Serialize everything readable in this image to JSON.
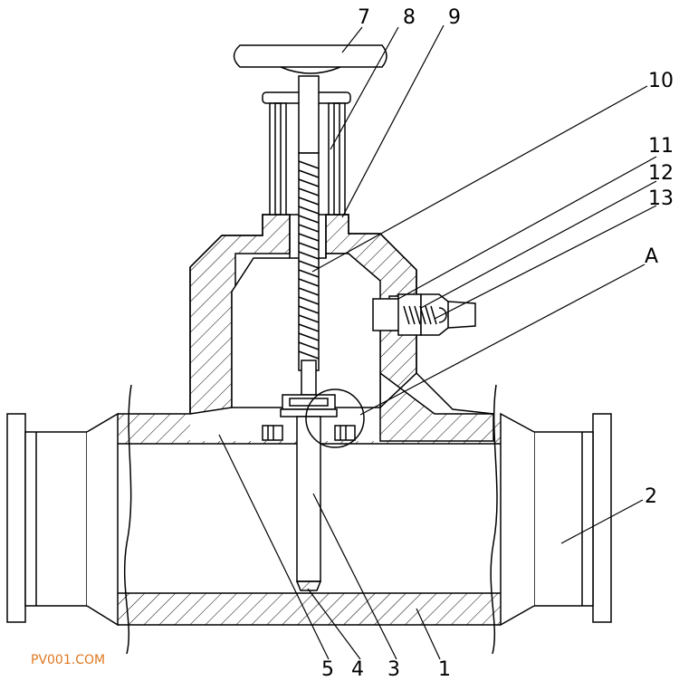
{
  "callouts": {
    "n1": "1",
    "n2": "2",
    "n3": "3",
    "n4": "4",
    "n5": "5",
    "n7": "7",
    "n8": "8",
    "n9": "9",
    "n10": "10",
    "n11": "11",
    "n12": "12",
    "n13": "13",
    "detail": "A"
  },
  "watermark": "PV001.COM",
  "colors": {
    "line": "#000000",
    "watermark": "#e07820"
  }
}
